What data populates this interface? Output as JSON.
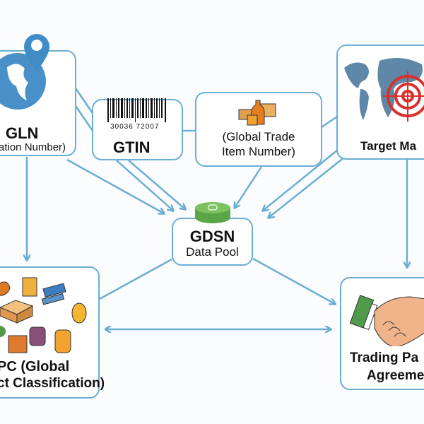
{
  "nodes": {
    "gln": {
      "title": "GLN",
      "subtitle": "ation Number)",
      "icon": "globe-pin-icon"
    },
    "gtin": {
      "title": "GTIN",
      "barcode_digits": "30036 72007",
      "icon": "barcode-icon"
    },
    "gtin_desc": {
      "line1": "(Global Trade",
      "line2": "Item Number)",
      "icon": "products-icon"
    },
    "target": {
      "title": "Target Ma",
      "icon": "world-target-icon"
    },
    "gdsn": {
      "title": "GDSN",
      "subtitle": "Data Pool",
      "icon": "database-icon"
    },
    "gpc": {
      "line1": "PC (Global",
      "line2": "ct Classification)",
      "icon": "product-assortment-icon"
    },
    "trading": {
      "line1": "Trading Pa",
      "line2": "Agreeme",
      "icon": "handshake-icon"
    }
  },
  "colors": {
    "line": "#6aaed3",
    "text": "#111111",
    "database": "#5aa548",
    "target": "#d9302c"
  }
}
